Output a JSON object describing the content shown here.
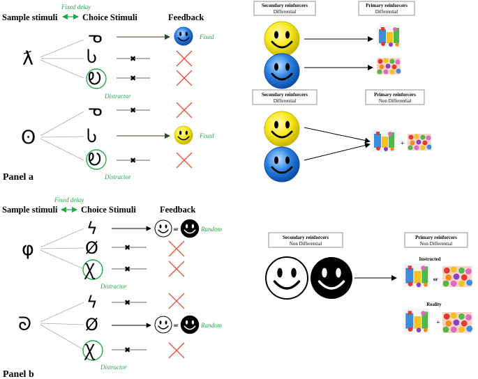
{
  "panel_a": {
    "label": "Panel a",
    "sample_header": "Sample stimuli",
    "choice_header": "Choice Stimuli",
    "feedback_header": "Feedback",
    "delay_label": "Fixed delay",
    "rows": [
      {
        "sample": "ƛ",
        "choices": [
          "ᓀ",
          "Ⴑ",
          "Ꭷ"
        ]
      },
      {
        "sample": "ʘ",
        "choices": [
          "ᓀ",
          "Ⴑ",
          "Ꭷ"
        ]
      }
    ],
    "outcome_label": "Fixed",
    "distractor_label": "Distractor"
  },
  "panel_b": {
    "label": "Panel b",
    "sample_header": "Sample stimuli",
    "choice_header": "Choice Stimuli",
    "feedback_header": "Feedback",
    "delay_label": "Fixed delay",
    "rows": [
      {
        "sample": "φ",
        "choices": [
          "ϟ",
          "Ø",
          "Ꭓ"
        ]
      },
      {
        "sample": "ᘐ",
        "choices": [
          "ϟ",
          "Ø",
          "Ꭓ"
        ]
      }
    ],
    "outcome_label": "Random",
    "or_label": "or",
    "distractor_label": "Distractor"
  },
  "right_top": {
    "secondary_title": "Secondary reinforcers",
    "secondary_sub": "Differential",
    "primary_title": "Primary reinforcers",
    "primary_sub": "Differential"
  },
  "right_middle": {
    "secondary_title": "Secondary reinforcers",
    "secondary_sub": "Differential",
    "primary_title": "Primary reinforcers",
    "primary_sub": "Non Differential",
    "plus": "+"
  },
  "right_bottom": {
    "secondary_title": "Secondary reinforcers",
    "secondary_sub": "Non Differential",
    "primary_title": "Primary reinforcers",
    "primary_sub": "Non Differential",
    "instructed_label": "Instructed",
    "or_label": "or",
    "reality_label": "Reality",
    "plus": "+"
  },
  "colors": {
    "yellow_face": "#f7e81c",
    "blue_face": "#2a7fe0",
    "green": "#23a94a",
    "red_x": "#e8553f",
    "arrow_dark": "#2c4a1f"
  }
}
